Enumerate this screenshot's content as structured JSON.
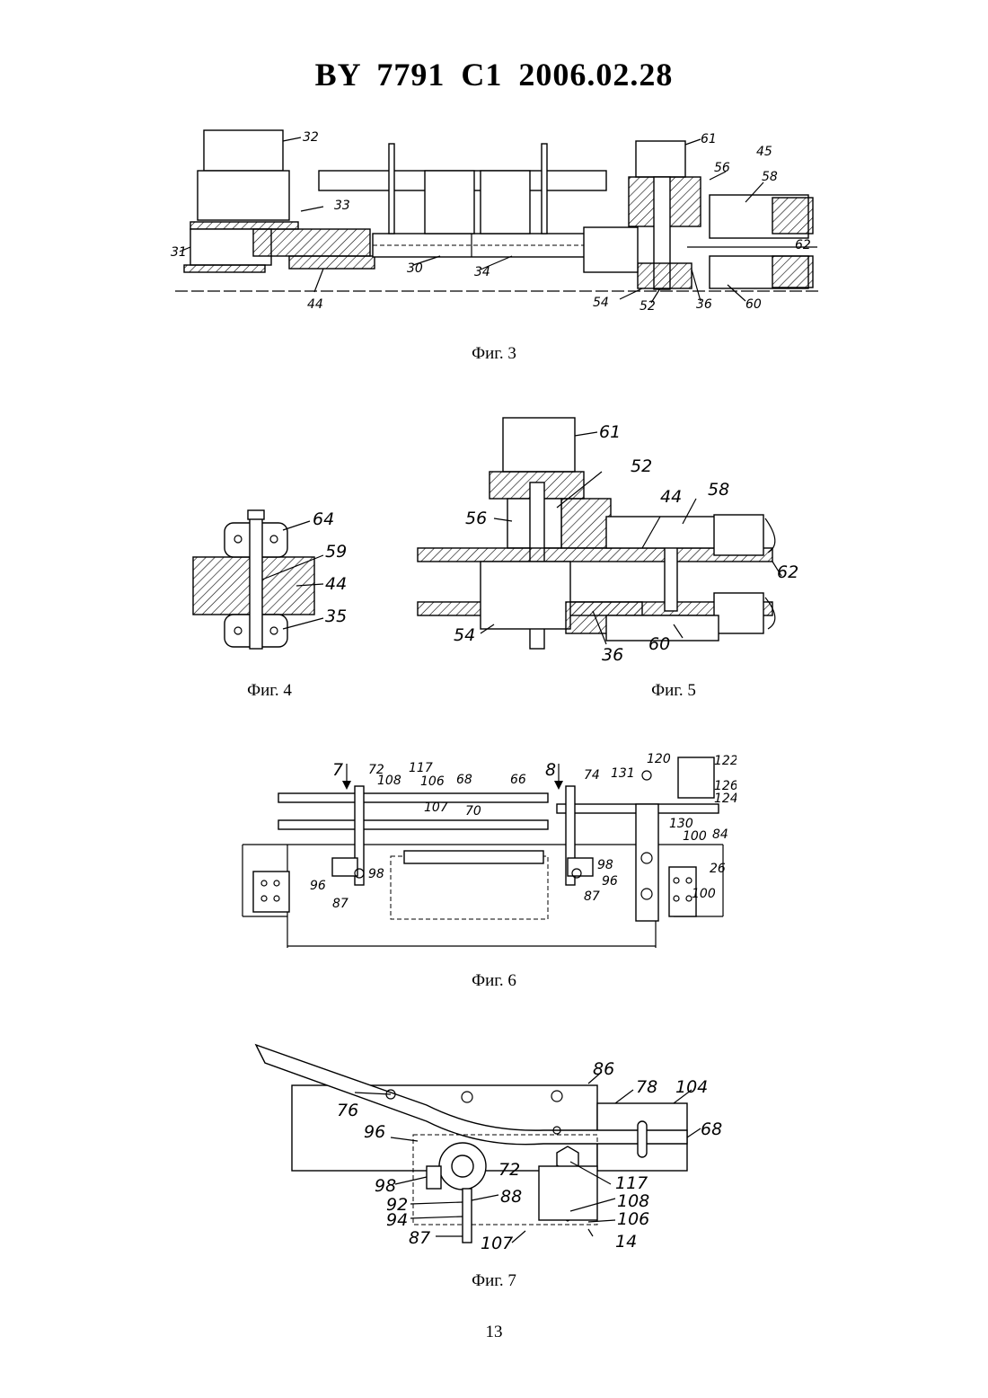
{
  "header": {
    "title": "BY 7791 C1 2006.02.28"
  },
  "figures": {
    "fig3": {
      "caption": "Фиг. 3",
      "labels": [
        "32",
        "61",
        "45",
        "56",
        "58",
        "33",
        "31",
        "62",
        "44",
        "30",
        "34",
        "54",
        "52",
        "36",
        "60"
      ]
    },
    "fig4": {
      "caption": "Фиг. 4",
      "labels": [
        "64",
        "59",
        "44",
        "35"
      ]
    },
    "fig5": {
      "caption": "Фиг. 5",
      "labels": [
        "61",
        "52",
        "44",
        "58",
        "56",
        "62",
        "54",
        "36",
        "60"
      ]
    },
    "fig6": {
      "caption": "Фиг. 6",
      "labels": [
        "7",
        "72",
        "108",
        "117",
        "106",
        "68",
        "66",
        "8",
        "74",
        "131",
        "120",
        "122",
        "126",
        "124",
        "107",
        "70",
        "130",
        "100",
        "84",
        "26",
        "98",
        "96",
        "87",
        "98",
        "96",
        "87",
        "100"
      ]
    },
    "fig7": {
      "caption": "Фиг. 7",
      "labels": [
        "86",
        "78",
        "104",
        "76",
        "96",
        "68",
        "72",
        "98",
        "88",
        "117",
        "92",
        "108",
        "94",
        "106",
        "87",
        "107",
        "14"
      ]
    }
  },
  "footer": {
    "page_number": "13"
  }
}
